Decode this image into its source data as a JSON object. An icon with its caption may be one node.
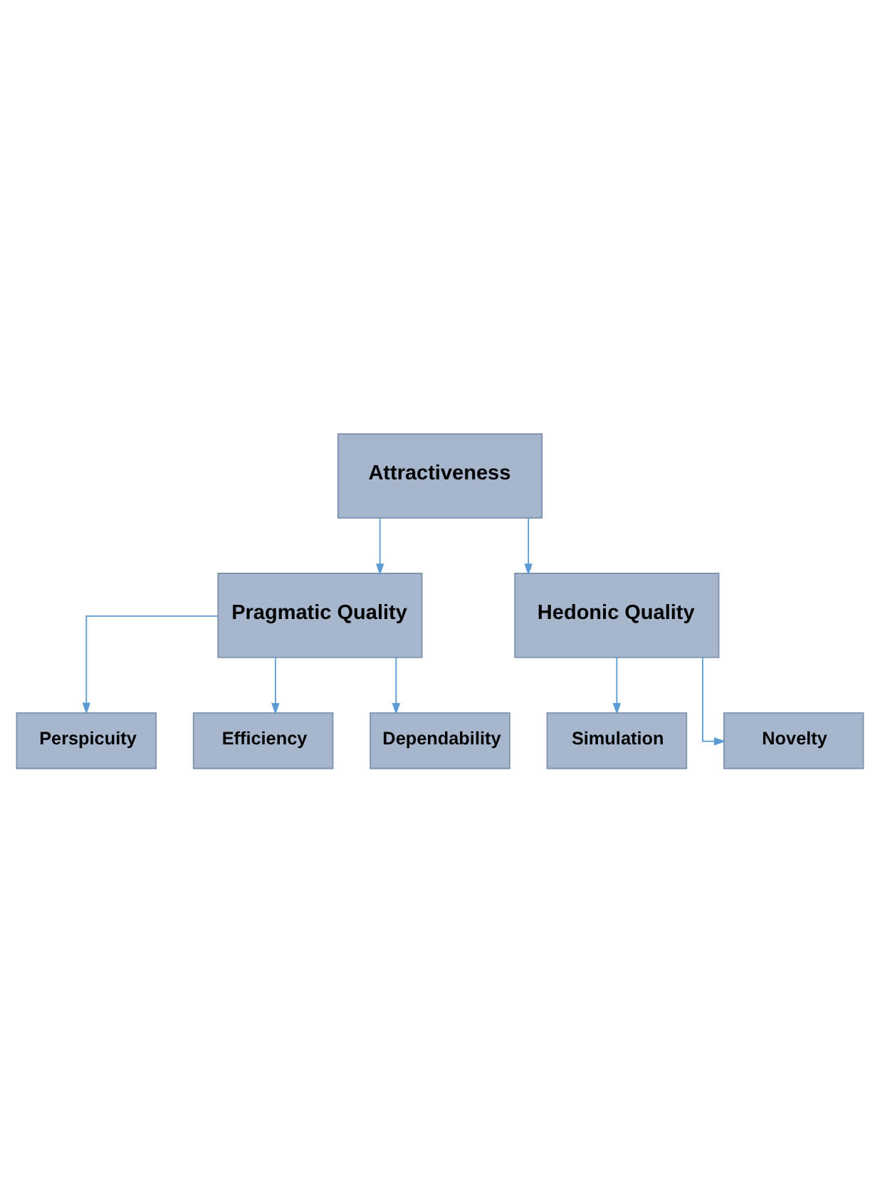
{
  "diagram": {
    "nodes": [
      {
        "text": [
          "Attractiveness"
        ]
      },
      {
        "text": [
          "Pragmatic Quality"
        ]
      },
      {
        "text": [
          "Hedonic Quality"
        ]
      },
      {
        "text": [
          "Perspicuity"
        ]
      },
      {
        "text": [
          "Efficiency"
        ]
      },
      {
        "text": [
          "Dependability"
        ]
      },
      {
        "text": [
          "Simulation"
        ]
      },
      {
        "text": [
          "Novelty"
        ]
      }
    ],
    "edges": [
      {
        "from": 0,
        "to": 1,
        "arrow": "to"
      },
      {
        "from": 0,
        "to": 2,
        "arrow": "to"
      },
      {
        "from": 1,
        "to": 3,
        "arrow": "to"
      },
      {
        "from": 1,
        "to": 4,
        "arrow": "to"
      },
      {
        "from": 1,
        "to": 5,
        "arrow": "to"
      },
      {
        "from": 2,
        "to": 6,
        "arrow": "to"
      },
      {
        "from": 2,
        "to": 7,
        "arrow": "to"
      }
    ]
  }
}
